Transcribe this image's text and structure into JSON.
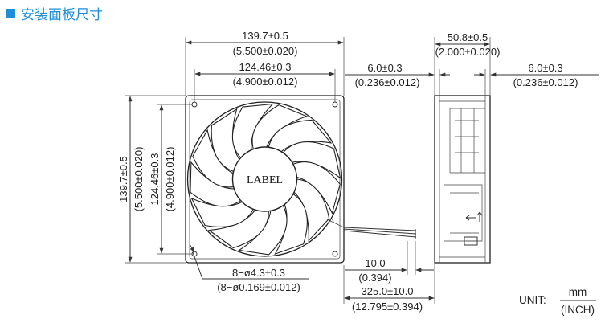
{
  "heading": "安装面板尺寸",
  "label_text": "LABEL",
  "dims": {
    "overall_width_mm": "139.7±0.5",
    "overall_width_in": "(5.500±0.020)",
    "hole_width_mm": "124.46±0.3",
    "hole_width_in": "(4.900±0.012)",
    "overall_height_mm": "139.7±0.5",
    "overall_height_in": "(5.500±0.020)",
    "hole_height_mm": "124.46±0.3",
    "hole_height_in": "(4.900±0.012)",
    "hole_dia_mm": "8−ø4.3±0.3",
    "hole_dia_in": "(8−ø0.169±0.012)",
    "flange_left_mm": "6.0±0.3",
    "flange_left_in": "(0.236±0.012)",
    "depth_mm": "50.8±0.5",
    "depth_in": "(2.000±0.020)",
    "flange_right_mm": "6.0±0.3",
    "flange_right_in": "(0.236±0.012)",
    "strip_mm": "10.0",
    "strip_in": "(0.394)",
    "lead_mm": "325.0±10.0",
    "lead_in": "(12.795±0.394)"
  },
  "unit": {
    "prefix": "UNIT:",
    "numerator": "mm",
    "denominator": "(INCH)"
  }
}
